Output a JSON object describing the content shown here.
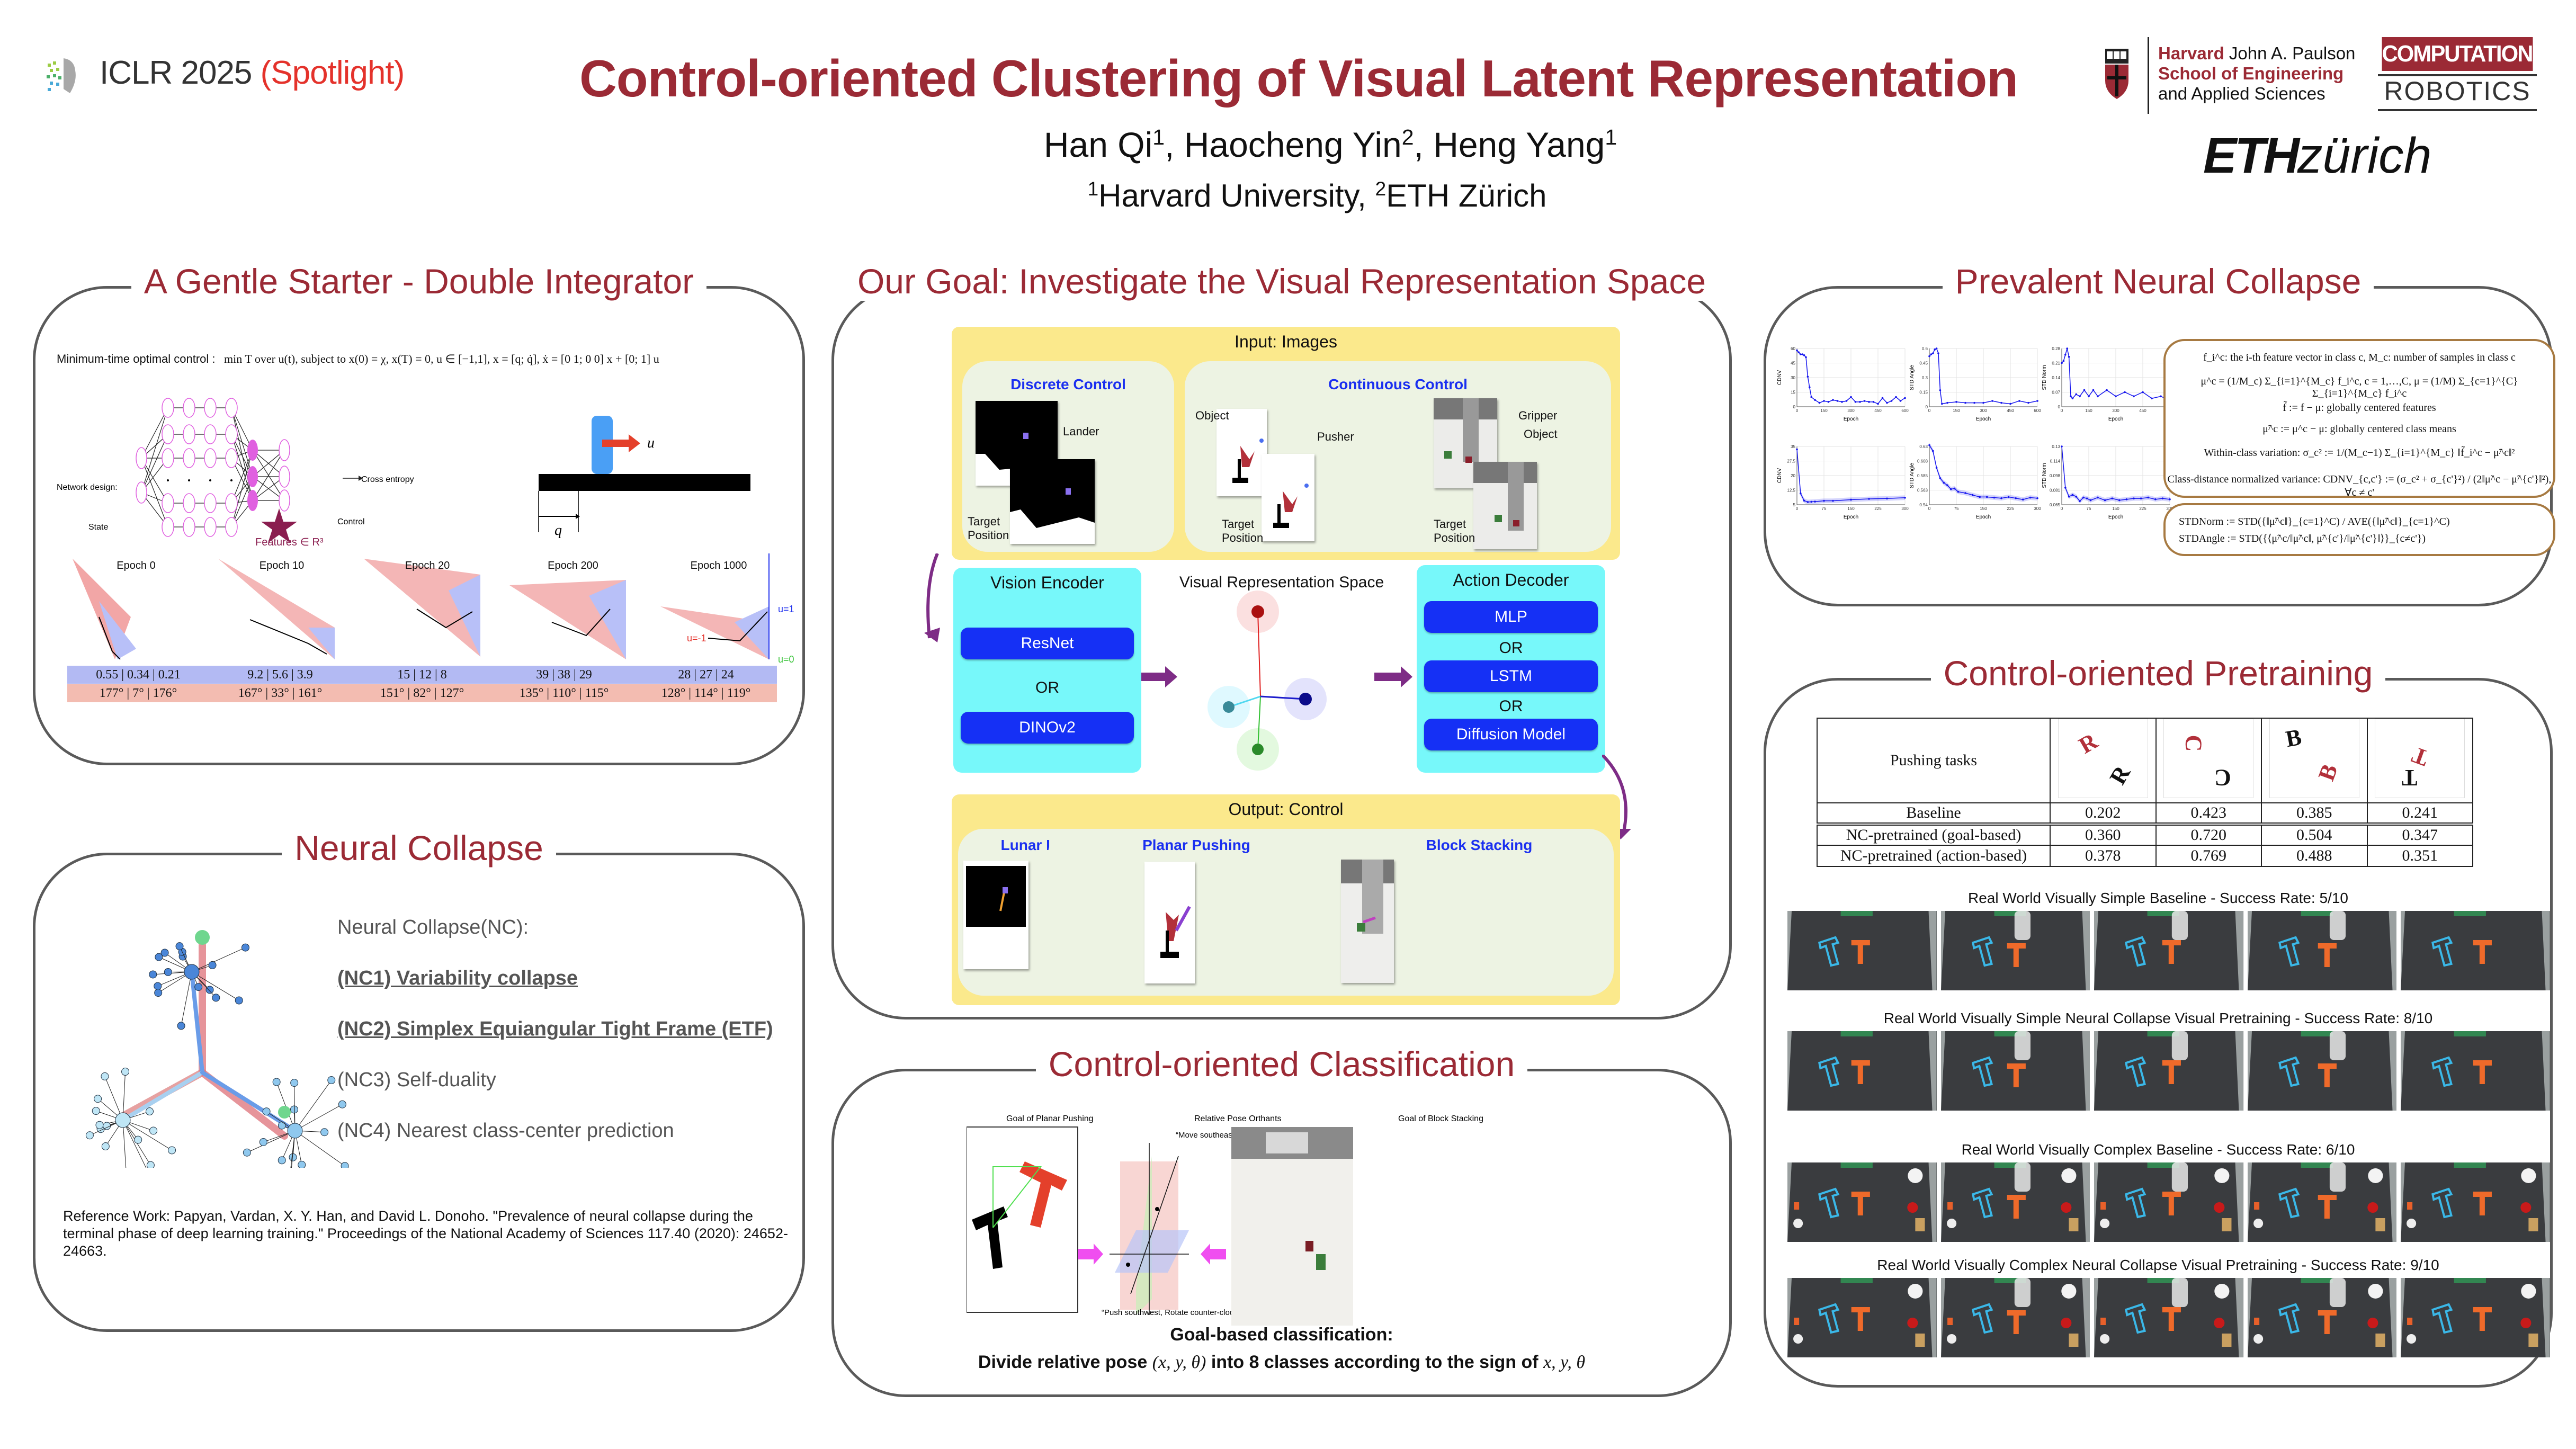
{
  "header": {
    "conference": "ICLR 2025",
    "spotlight": "(Spotlight)",
    "title": "Control-oriented Clustering of Visual Latent Representation",
    "authors": [
      {
        "name": "Han Qi",
        "aff": "1"
      },
      {
        "name": "Haocheng Yin",
        "aff": "2"
      },
      {
        "name": "Heng Yang",
        "aff": "1"
      }
    ],
    "affiliations": [
      {
        "num": "1",
        "name": "Harvard University"
      },
      {
        "num": "2",
        "name": "ETH Zürich"
      }
    ],
    "logos": {
      "harvard_line1_red": "Harvard",
      "harvard_line1": "John A. Paulson",
      "harvard_line2": "School of Engineering",
      "harvard_line3": "and Applied Sciences",
      "shield_text": "VE RI TAS",
      "comp_rob_top": "COMPUTATIONAL",
      "comp_rob_bottom": "ROBOTICS",
      "eth_bold": "ETH",
      "eth_light": "zürich"
    }
  },
  "sections": {
    "starter": {
      "title": "A Gentle Starter - Double Integrator",
      "equation_label": "Minimum-time optimal control :",
      "equation": "min T over u(t),  subject to  x(0) = χ, x(T) = 0, u ∈ [−1,1],  x = [q; q̇],  ẋ = [0 1; 0 0] x + [0; 1] u",
      "network_label": "Network design:",
      "state_label": "State",
      "control_label": "Control",
      "cross_entropy_label": "Cross entropy",
      "features_label": "Features ∈ R³",
      "u_label": "u",
      "q_label": "q",
      "epochs": [
        {
          "label": "Epoch 0",
          "norms": "0.55 | 0.34 | 0.21",
          "angles": "177° | 7° | 176°"
        },
        {
          "label": "Epoch 10",
          "norms": "9.2 | 5.6 | 3.9",
          "angles": "167° | 33° | 161°"
        },
        {
          "label": "Epoch 20",
          "norms": "15 | 12 | 8",
          "angles": "151° | 82° | 127°"
        },
        {
          "label": "Epoch 200",
          "norms": "39 | 38 | 29",
          "angles": "135° | 110° | 115°"
        },
        {
          "label": "Epoch 1000",
          "norms": "28 | 27 | 24",
          "angles": "128° | 114° | 119°"
        }
      ],
      "class_labels": {
        "pos": "u=1",
        "neg": "u=-1",
        "zero": "u=0"
      }
    },
    "neural_collapse": {
      "title": "Neural Collapse",
      "items": [
        {
          "text": "Neural Collapse(NC):",
          "bold": false
        },
        {
          "text": "(NC1) Variability collapse",
          "bold": true
        },
        {
          "text": "(NC2) Simplex Equiangular Tight Frame (ETF)",
          "bold": true
        },
        {
          "text": "(NC3) Self-duality",
          "bold": false
        },
        {
          "text": "(NC4) Nearest class-center prediction",
          "bold": false
        }
      ],
      "reference": "Reference Work: Papyan, Vardan, X. Y. Han, and David L. Donoho. \"Prevalence of neural collapse during the terminal phase of deep learning training.\" Proceedings of the National Academy of Sciences 117.40 (2020): 24652-24663."
    },
    "goal": {
      "title": "Our Goal: Investigate the Visual Representation Space",
      "input_title": "Input: Images",
      "discrete_title": "Discrete Control",
      "continuous_title": "Continuous Control",
      "labels": {
        "lander": "Lander",
        "target_position": "Target Position",
        "object": "Object",
        "pusher": "Pusher",
        "gripper": "Gripper"
      },
      "encoder": {
        "title": "Vision Encoder",
        "options": [
          "ResNet",
          "DINOv2"
        ],
        "or": "OR"
      },
      "space_title": "Visual Representation Space",
      "decoder": {
        "title": "Action Decoder",
        "options": [
          "MLP",
          "LSTM",
          "Diffusion Model"
        ],
        "or": "OR"
      },
      "output_title": "Output: Control",
      "outputs": [
        "Lunar Lander",
        "Planar Pushing",
        "Block Stacking"
      ]
    },
    "classification": {
      "title": "Control-oriented Classification",
      "fig_titles": [
        "Goal of Planar Pushing",
        "Relative Pose Orthants",
        "Goal of Block Stacking"
      ],
      "annot_top": "“Move southeast, Rotate clockwise”",
      "annot_bottom": "“Push southwest, Rotate counter-clockwise”",
      "caption_1": "Goal-based classification:",
      "caption_2_pre": "Divide relative pose ",
      "caption_2_var": "(x, y, θ)",
      "caption_2_mid": " into 8 classes according to the sign of ",
      "caption_2_end": "x, y, θ"
    },
    "prevalent": {
      "title": "Prevalent Neural Collapse",
      "formulas": [
        "f_i^c: the i-th feature vector in class c, M_c: number of samples in class c",
        "μ^c = (1/M_c) Σ_{i=1}^{M_c} f_i^c, c = 1,…,C,   μ = (1/M) Σ_{c=1}^{C} Σ_{i=1}^{M_c} f_i^c",
        "f̃ := f − μ: globally centered features",
        "μ̃^c := μ^c − μ: globally centered class means",
        "Within-class variation:  σ_c² := 1/(M_c−1) Σ_{i=1}^{M_c} ‖f̃_i^c − μ̃^c‖²",
        "Class-distance normalized variance:  CDNV_{c,c'} := (σ_c² + σ_{c'}²) / (2‖μ̃^c − μ̃^{c'}‖²),  ∀c ≠ c'"
      ],
      "std_formulas": [
        "STDNorm := STD({‖μ̃^c‖}_{c=1}^C) / AVE({‖μ̃^c‖}_{c=1}^C)",
        "STDAngle := STD({⟨μ̃^c/‖μ̃^c‖, μ̃^{c'}/‖μ̃^{c'}‖⟩}_{c≠c'})"
      ]
    },
    "pretraining": {
      "title": "Control-oriented Pretraining",
      "table_header": "Pushing tasks",
      "task_letters": [
        "R",
        "C",
        "B",
        "T"
      ],
      "rows": [
        {
          "method": "Baseline",
          "values": [
            "0.202",
            "0.423",
            "0.385",
            "0.241"
          ]
        },
        {
          "method": "NC-pretrained (goal-based)",
          "values": [
            "0.360",
            "0.720",
            "0.504",
            "0.347"
          ]
        },
        {
          "method": "NC-pretrained (action-based)",
          "values": [
            "0.378",
            "0.769",
            "0.488",
            "0.351"
          ]
        }
      ],
      "real_world": [
        {
          "title": "Real World Visually Simple Baseline - Success Rate: 5/10",
          "complex": false
        },
        {
          "title": "Real World Visually Simple Neural Collapse Visual Pretraining - Success Rate: 8/10",
          "complex": false
        },
        {
          "title": "Real World Visually Complex Baseline - Success Rate: 6/10",
          "complex": true
        },
        {
          "title": "Real World Visually Complex Neural Collapse Visual Pretraining - Success Rate: 9/10",
          "complex": true
        }
      ]
    }
  },
  "chart_data": [
    {
      "type": "line",
      "title": "CDNV (double integrator / lunar)",
      "xlabel": "Epoch",
      "ylabel": "CDNV",
      "x": [
        0,
        10,
        20,
        30,
        40,
        50,
        60,
        70,
        80,
        100,
        125,
        150,
        175,
        200,
        225,
        250,
        275,
        300,
        325,
        350,
        375,
        400,
        425,
        450,
        475,
        500,
        525,
        550,
        575,
        600
      ],
      "values": [
        58,
        56,
        54,
        54,
        53,
        51,
        31,
        20,
        10,
        7,
        4,
        6,
        5,
        7,
        6,
        5,
        6,
        10,
        5,
        5,
        6,
        5,
        5,
        3,
        9,
        4,
        6,
        10,
        6,
        9
      ],
      "xlim": [
        0,
        600
      ],
      "ylim": [
        0,
        60
      ]
    },
    {
      "type": "line",
      "title": "STD Angle (top)",
      "xlabel": "Epoch",
      "ylabel": "STD Angle",
      "x": [
        0,
        10,
        20,
        30,
        40,
        50,
        60,
        70,
        100,
        150,
        200,
        250,
        300,
        350,
        400,
        450,
        500,
        550,
        600
      ],
      "values": [
        0.52,
        0.54,
        0.55,
        0.59,
        0.6,
        0.55,
        0.17,
        0.03,
        0.04,
        0.05,
        0.04,
        0.04,
        0.04,
        0.06,
        0.04,
        0.03,
        0.06,
        0.04,
        0.06
      ],
      "xlim": [
        0,
        600
      ],
      "ylim": [
        0,
        0.6
      ]
    },
    {
      "type": "line",
      "title": "STD Norm (top)",
      "xlabel": "Epoch",
      "ylabel": "STD Norm",
      "x": [
        0,
        10,
        20,
        30,
        40,
        50,
        60,
        80,
        100,
        125,
        150,
        175,
        200,
        250,
        300,
        350,
        400,
        450,
        500,
        550,
        600
      ],
      "values": [
        0.21,
        0.22,
        0.25,
        0.28,
        0.24,
        0.05,
        0.04,
        0.06,
        0.05,
        0.08,
        0.05,
        0.08,
        0.05,
        0.08,
        0.05,
        0.07,
        0.05,
        0.07,
        0.04,
        0.05,
        0.03
      ],
      "xlim": [
        0,
        600
      ],
      "ylim": [
        0,
        0.28
      ]
    },
    {
      "type": "line",
      "title": "CDNV (bottom)",
      "xlabel": "Epoch",
      "ylabel": "CDNV",
      "x": [
        0,
        10,
        20,
        30,
        40,
        50,
        75,
        100,
        150,
        200,
        250,
        300
      ],
      "values": [
        33.5,
        10.8,
        7.1,
        6.4,
        6.5,
        6.6,
        7.0,
        7.0,
        7.6,
        8.0,
        8.2,
        8.6
      ],
      "xlim": [
        0,
        300
      ],
      "ylim": [
        5,
        35
      ]
    },
    {
      "type": "line",
      "title": "STD Angle (bottom)",
      "xlabel": "Epoch",
      "ylabel": "STD Angle",
      "x": [
        0,
        10,
        20,
        30,
        40,
        50,
        60,
        70,
        80,
        100,
        120,
        140,
        160,
        180,
        200,
        220,
        240,
        260,
        280,
        300
      ],
      "values": [
        0.632,
        0.623,
        0.597,
        0.581,
        0.574,
        0.57,
        0.564,
        0.565,
        0.56,
        0.558,
        0.555,
        0.552,
        0.552,
        0.551,
        0.55,
        0.552,
        0.55,
        0.548,
        0.551,
        0.55
      ],
      "xlim": [
        0,
        300
      ],
      "ylim": [
        0.54,
        0.63
      ]
    },
    {
      "type": "line",
      "title": "STD Norm (bottom)",
      "xlabel": "Epoch",
      "ylabel": "STD Norm",
      "x": [
        0,
        10,
        20,
        30,
        40,
        50,
        60,
        70,
        80,
        100,
        120,
        140,
        160,
        180,
        200,
        220,
        240,
        260,
        280,
        300
      ],
      "values": [
        0.13,
        0.084,
        0.074,
        0.076,
        0.074,
        0.069,
        0.073,
        0.072,
        0.07,
        0.073,
        0.07,
        0.072,
        0.07,
        0.071,
        0.072,
        0.072,
        0.073,
        0.071,
        0.072,
        0.071
      ],
      "xlim": [
        0,
        300
      ],
      "ylim": [
        0.065,
        0.13
      ]
    }
  ]
}
